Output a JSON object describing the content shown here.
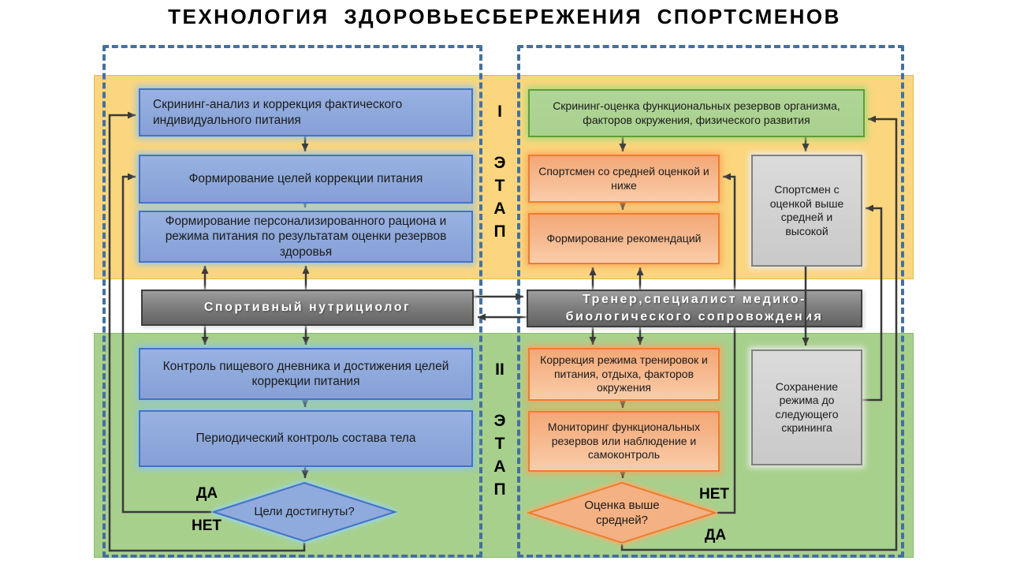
{
  "title": "ТЕХНОЛОГИЯ ЗДОРОВЬЕСБЕРЕЖЕНИЯ СПОРТСМЕНОВ",
  "stage1": {
    "letters": [
      "I",
      "Э",
      "Т",
      "А",
      "П"
    ]
  },
  "stage2": {
    "letters": [
      "II",
      "Э",
      "Т",
      "А",
      "П"
    ]
  },
  "left": {
    "box1": "Скрининг-анализ и коррекция  фактического индивидуального питания",
    "box2": "Формирование целей коррекции питания",
    "box3": "Формирование персонализированного  рациона и режима питания по результатам оценки резервов здоровья",
    "actor": "Спортивный нутрициолог",
    "box4": "Контроль пищевого дневника и достижения целей коррекции питания",
    "box5": "Периодический контроль состава тела",
    "decision": "Цели достигнуты?",
    "yes_label": "ДА",
    "no_label": "НЕТ"
  },
  "right": {
    "box1": "Скрининг-оценка функциональных резервов организма, факторов окружения, физического развития",
    "box2": "Спортсмен со средней оценкой и ниже",
    "box3": "Формирование рекомендаций",
    "box4": "Спортсмен с оценкой выше средней и высокой",
    "actor_line1": "Тренер,специалист медико-",
    "actor_line2": "биологического сопровождения",
    "box5": "Коррекция режима тренировок и питания, отдыха, факторов окружения",
    "box6": "Мониторинг функциональных резервов или наблюдение и самоконтроль",
    "box7": "Сохранение режима до следующего скрининга",
    "decision": "Оценка выше средней?",
    "no_label": "НЕТ",
    "yes_label": "ДА"
  },
  "colors": {
    "band_stage1": "#FBD67E",
    "band_stage2": "#A8D08D",
    "box_blue": "#8FAADC",
    "box_blue_border": "#4472C4",
    "box_orange": "#F4B183",
    "box_orange_border": "#ED7D31",
    "box_green": "#A9D18E",
    "box_green_border": "#5F9C39",
    "box_gray": "#D0D0D0",
    "box_gray_border": "#808080",
    "actor_dark": "#7F7F7F",
    "connector": "#3A3A3A",
    "panel_dashed": "#44709E"
  }
}
